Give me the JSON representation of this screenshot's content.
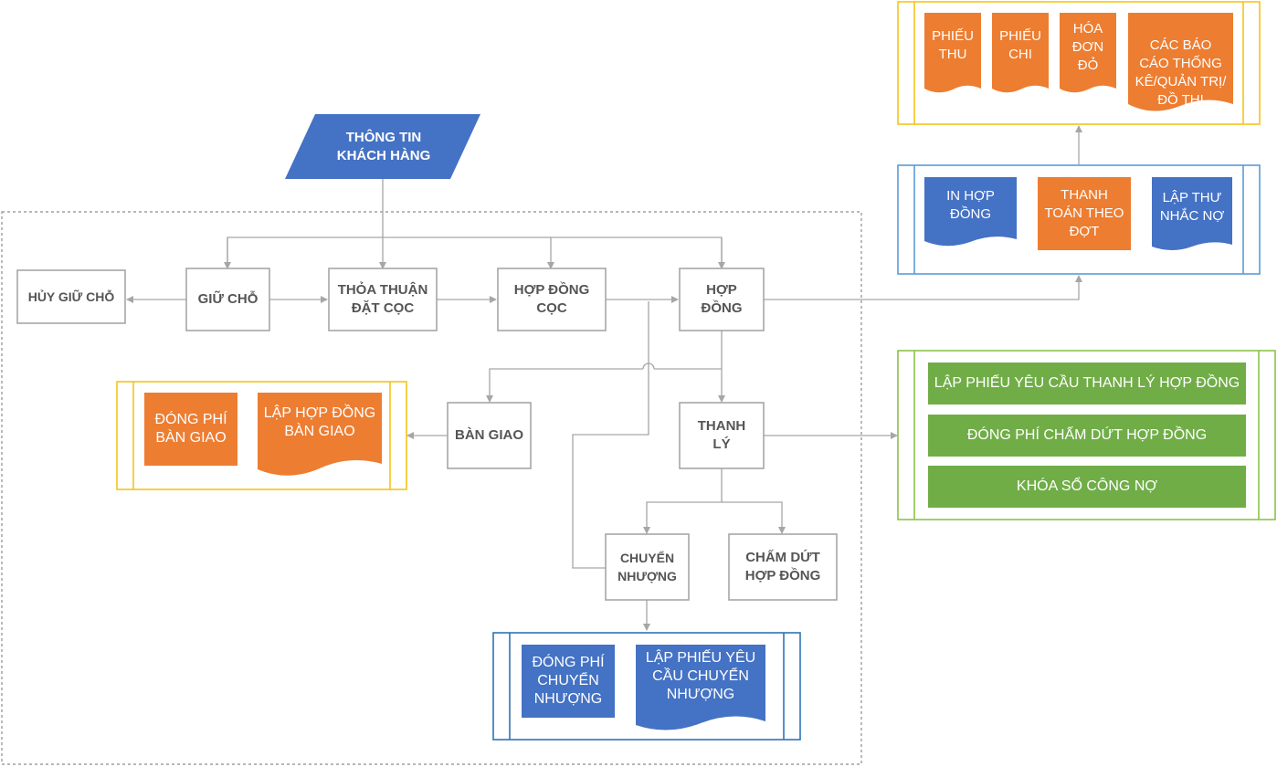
{
  "colors": {
    "blue": "#4472C4",
    "orange": "#ED7D31",
    "green": "#70AD47",
    "yellow_border": "#F5C518",
    "blue_border": "#5B9BD5",
    "green_border": "#8BC34A",
    "teal_border": "#2E75B6",
    "connector": "#A6A6A6",
    "node_border": "#A6A6A6",
    "node_text": "#555555"
  },
  "nodes": {
    "customer_info": "THÔNG TIN\nKHÁCH HÀNG",
    "cancel_hold": "HỦY GIỮ CHỖ",
    "hold": "GIỮ CHỖ",
    "deposit_agreement": "THỎA THUẬN\nĐẶT CỌC",
    "deposit_contract": "HỢP ĐỒNG\nCỌC",
    "contract": "HỢP\nĐỒNG",
    "handover": "BÀN GIAO",
    "liquidation": "THANH\nLÝ",
    "transfer": "CHUYỂN\nNHƯỢNG",
    "termination": "CHẤM DỨT\nHỢP ĐỒNG"
  },
  "groups": {
    "reports": {
      "items": [
        "PHIẾU\nTHU",
        "PHIẾU\nCHI",
        "HÓA\nĐƠN\nĐỎ",
        "CÁC BÁO\nCÁO THỐNG\nKÊ/QUẢN TRỊ/\nĐỒ THỊ"
      ]
    },
    "contract_ops": {
      "items": [
        "IN HỢP\nĐỒNG",
        "THANH\nTOÁN THEO\nĐỢT",
        "LẬP THƯ\nNHẮC NỢ"
      ]
    },
    "liquidation_ops": {
      "items": [
        "LẬP PHIẾU YÊU CẦU THANH LÝ HỢP ĐỒNG",
        "ĐÓNG PHÍ CHẤM DỨT HỢP ĐỒNG",
        "KHÓA SỔ CÔNG NỢ"
      ]
    },
    "handover_ops": {
      "items": [
        "ĐÓNG PHÍ\nBÀN GIAO",
        "LẬP HỢP ĐỒNG\nBÀN GIAO"
      ]
    },
    "transfer_ops": {
      "items": [
        "ĐÓNG PHÍ\nCHUYỂN\nNHƯỢNG",
        "LẬP PHIẾU YÊU\nCẦU CHUYỂN\nNHƯỢNG"
      ]
    }
  }
}
